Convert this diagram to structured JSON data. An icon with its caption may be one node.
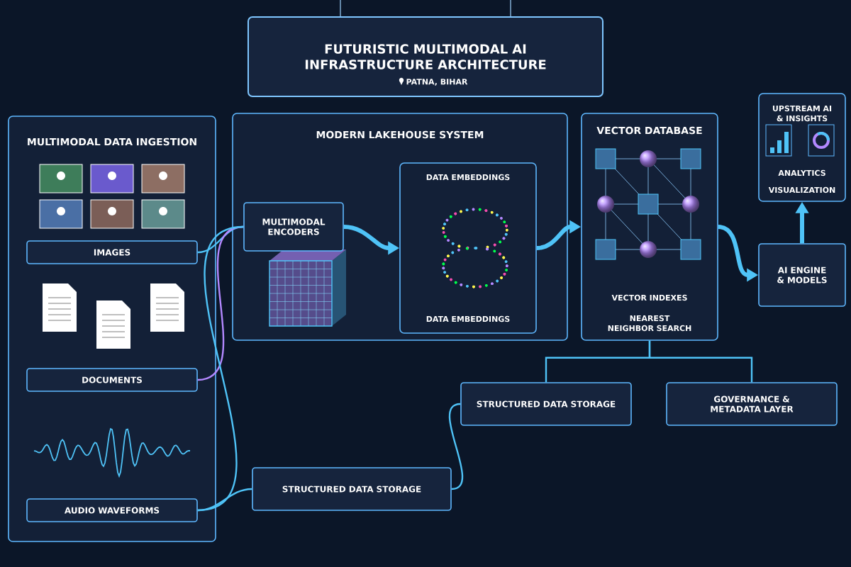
{
  "diagram": {
    "title": "FUTURISTIC MULTIMODAL AI INFRASTRUCTURE ARCHITECTURE",
    "nodes": [
      {
        "text": [
          "MULTIMODAL DATA INGESTION"
        ]
      },
      {
        "text": [
          "IMAGES"
        ],
        "in": 0
      },
      {
        "text": [
          "DOCUMENTS"
        ],
        "in": 0
      },
      {
        "text": [
          "AUDIO WAVEFORMS"
        ],
        "in": 0
      },
      {
        "text": [
          "MODERN LAKEHOUSE SYSTEM"
        ]
      },
      {
        "text": [
          "MULTIMODAL ENCODERS"
        ],
        "in": 4
      },
      {
        "text": [
          "DATA EMBEDDINGS",
          "DATA EMBEDDINGS"
        ],
        "in": 4
      },
      {
        "text": [
          "VECTOR DATABASE",
          "VECTOR INDEXES",
          "NEAREST NEIGHBOR SEARCH"
        ]
      },
      {
        "text": [
          "AI ENGINE & MODELS"
        ]
      },
      {
        "text": [
          "UPSTREAM AI & INSIGHTS",
          "ANALYTICS",
          "VISUALIZATION"
        ]
      },
      {
        "text": [
          "STRUCTURED DATA STORAGE"
        ]
      },
      {
        "text": [
          "STRUCTURED DATA STORAGE"
        ]
      },
      {
        "text": [
          "GOVERNANCE & METADATA LAYER"
        ]
      }
    ],
    "edges": [
      {
        "from": 1,
        "to": 5,
        "arrow": "none"
      },
      {
        "from": 2,
        "to": 5,
        "arrow": "none",
        "color": "#b388ff"
      },
      {
        "from": 3,
        "to": 5,
        "arrow": "none"
      },
      {
        "from": 5,
        "to": 6,
        "arrow": "to",
        "style": "thick"
      },
      {
        "from": 6,
        "to": 7,
        "arrow": "to",
        "style": "thick"
      },
      {
        "from": 7,
        "to": 8,
        "arrow": "to",
        "style": "thick"
      },
      {
        "from": 8,
        "to": 9,
        "arrow": "to",
        "style": "thick"
      },
      {
        "from": 7,
        "to": 11,
        "arrow": "none"
      },
      {
        "from": 7,
        "to": 12,
        "arrow": "none"
      },
      {
        "from": 3,
        "to": 10,
        "arrow": "none"
      },
      {
        "from": 10,
        "to": 11,
        "arrow": "none"
      }
    ],
    "labels": [
      "PATNA, BIHAR"
    ]
  }
}
